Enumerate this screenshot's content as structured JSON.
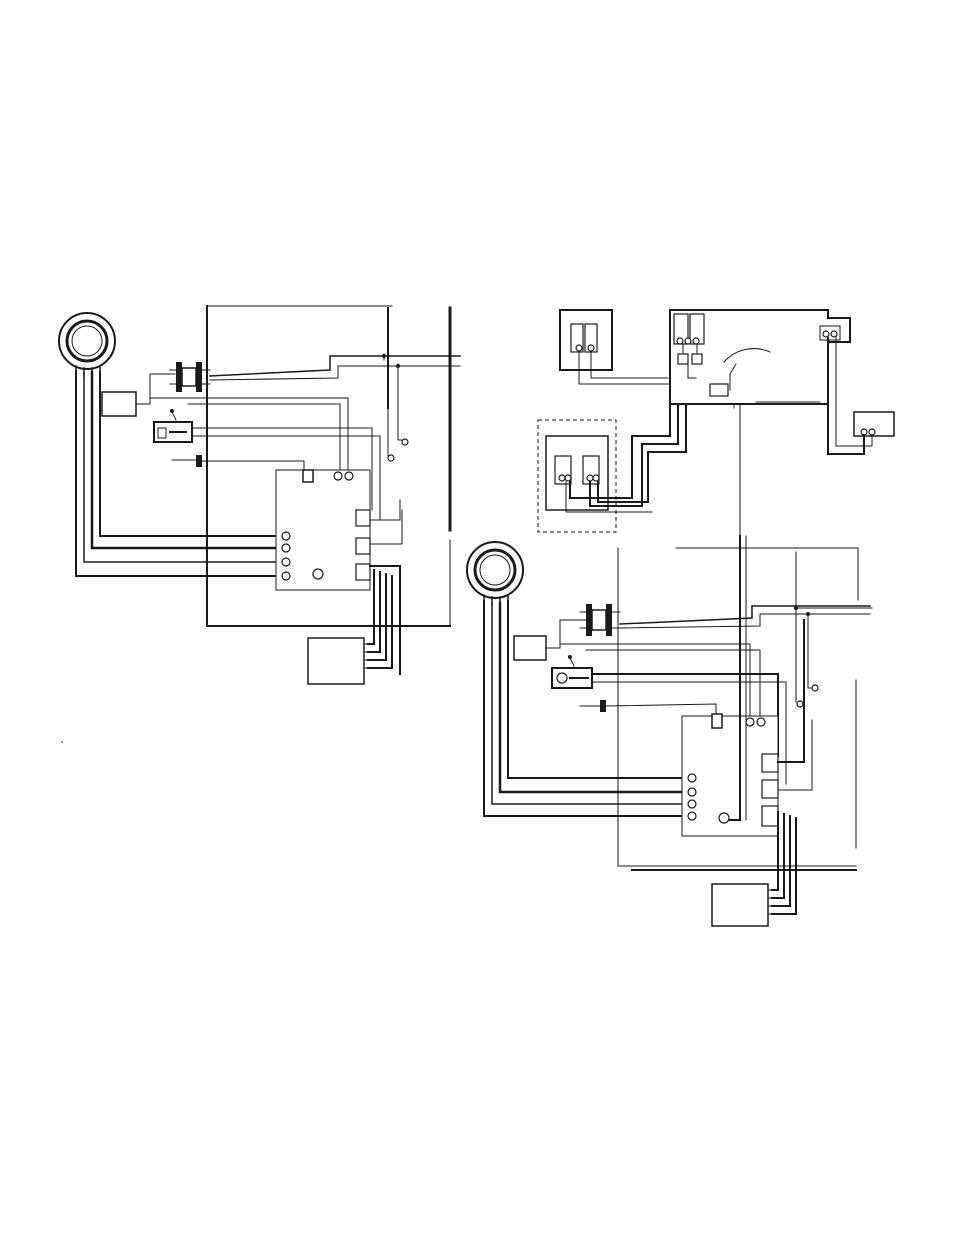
{
  "diagram": {
    "type": "wiring-schematic",
    "figures": [
      {
        "id": "left",
        "components": [
          "ignitor-ring",
          "transformer",
          "coupling",
          "limit-switch",
          "flame-probe",
          "control-board",
          "connector-block",
          "terminal-block"
        ]
      },
      {
        "id": "right",
        "components": [
          "relay-panel-small",
          "relay-panel-main",
          "optional-relay-panel",
          "remote-terminal",
          "ignitor-ring",
          "transformer",
          "coupling",
          "limit-switch",
          "flame-probe",
          "control-board",
          "connector-block",
          "terminal-block"
        ]
      }
    ],
    "colors": {
      "line": "#1a1a1a",
      "background": "#ffffff"
    }
  }
}
